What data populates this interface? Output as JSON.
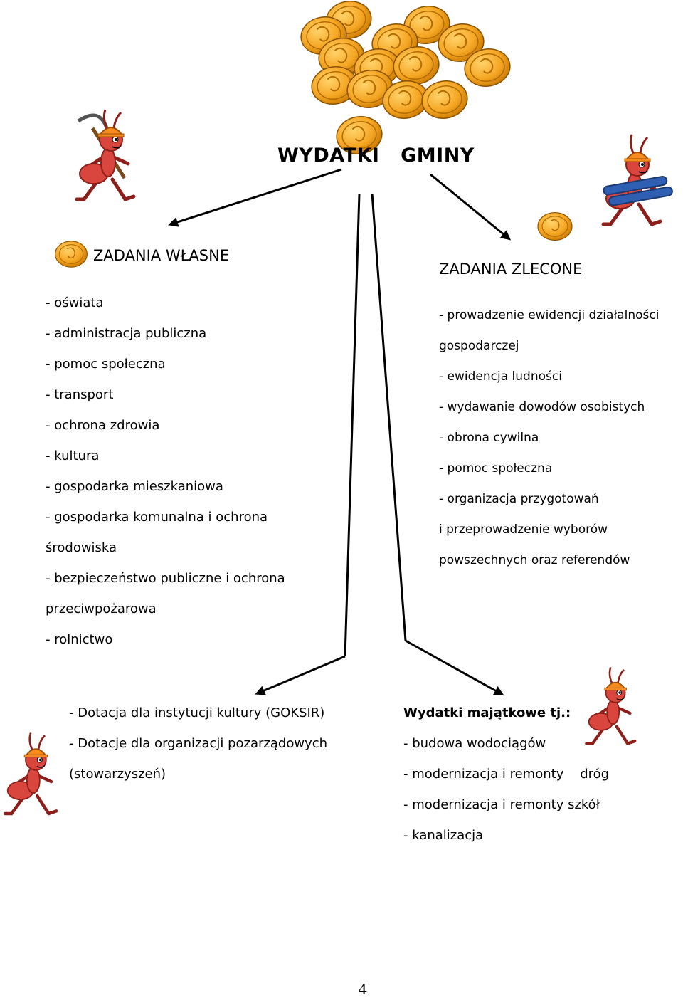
{
  "title": "WYDATKI   GMINY",
  "own_tasks": {
    "heading": "ZADANIA WŁASNE",
    "items": [
      "- oświata",
      "- administracja publiczna",
      "- pomoc społeczna",
      "- transport",
      "- ochrona zdrowia",
      "- kultura",
      "- gospodarka mieszkaniowa",
      "- gospodarka komunalna i ochrona",
      "środowiska",
      "- bezpieczeństwo publiczne i ochrona",
      "przeciwpożarowa",
      "- rolnictwo"
    ]
  },
  "commissioned_tasks": {
    "heading": "ZADANIA ZLECONE",
    "items": [
      "- prowadzenie ewidencji działalności",
      "gospodarczej",
      "- ewidencja ludności",
      "- wydawanie dowodów  osobistych",
      "- obrona cywilna",
      "- pomoc społeczna",
      "- organizacja przygotowań",
      "i przeprowadzenie wyborów",
      "powszechnych oraz referendów"
    ]
  },
  "grants": {
    "items": [
      "- Dotacja dla instytucji kultury (GOKSIR)",
      "- Dotacje dla organizacji pozarządowych",
      "(stowarzyszeń)"
    ]
  },
  "capital_expenses": {
    "heading": "Wydatki majątkowe tj.:",
    "items": [
      "- budowa wodociągów",
      "- modernizacja i remonty    dróg",
      "- modernizacja i remonty szkół",
      "- kanalizacja"
    ]
  },
  "page_number": "4",
  "icons": {
    "coins": "gold-coin-pile",
    "ant": "ant-worker-icon"
  },
  "colors": {
    "coin": "#f5a623",
    "coin_dark": "#c77800",
    "ant": "#d9463d",
    "ant_dark": "#8c1f1a",
    "helmet": "#f58a1f",
    "pipe": "#2f5fb3"
  }
}
